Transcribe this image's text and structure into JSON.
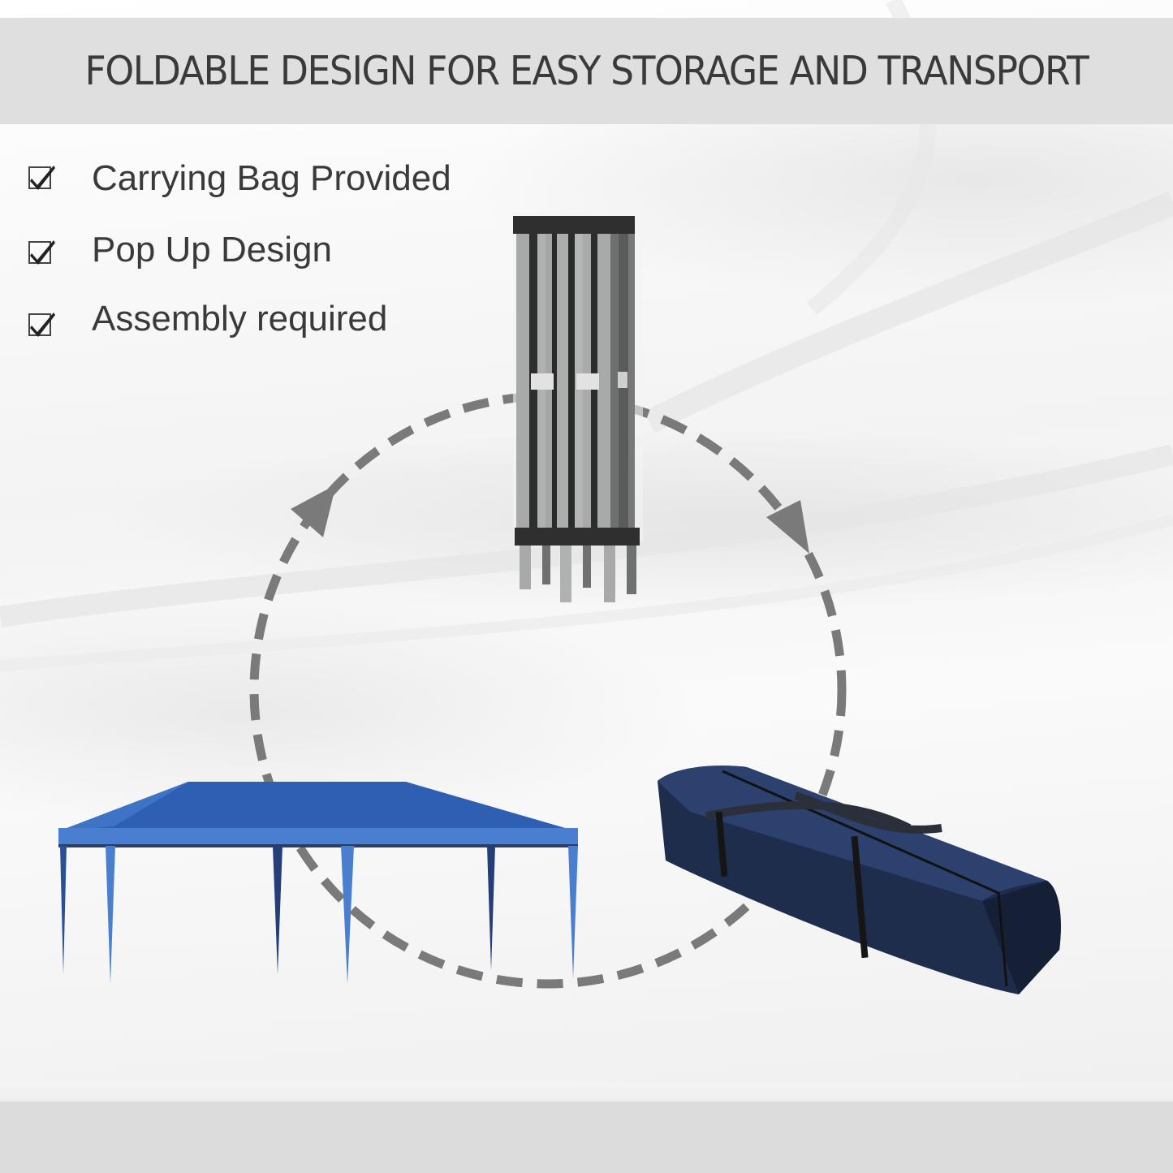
{
  "header": {
    "title": "FOLDABLE DESIGN FOR EASY STORAGE AND TRANSPORT",
    "band_color": "#dfdfdf",
    "text_color": "#3a3a3a"
  },
  "features": [
    {
      "icon": "checkbox-checked-icon",
      "label": "Carrying Bag Provided"
    },
    {
      "icon": "checkbox-checked-icon",
      "label": "Pop Up Design"
    },
    {
      "icon": "checkbox-checked-icon",
      "label": "Assembly required"
    }
  ],
  "illustrations": {
    "folded_frame": {
      "description": "collapsed pop-up gazebo frame",
      "frame_color": "#a8aaa9",
      "bracket_color": "#2f2f2f"
    },
    "bag": {
      "description": "navy carrying bag with straps",
      "color": "#1f2d4d"
    },
    "gazebo": {
      "description": "blue pop-up gazebo, 6 legs",
      "canopy_color": "#2f5fb3"
    },
    "cycle_arrow": {
      "style": "dashed circle",
      "color": "#7a7a7a",
      "arrows": [
        "arrow-up-right-icon",
        "arrow-down-icon"
      ]
    }
  },
  "footer": {
    "band_color": "#dcdcdc"
  }
}
